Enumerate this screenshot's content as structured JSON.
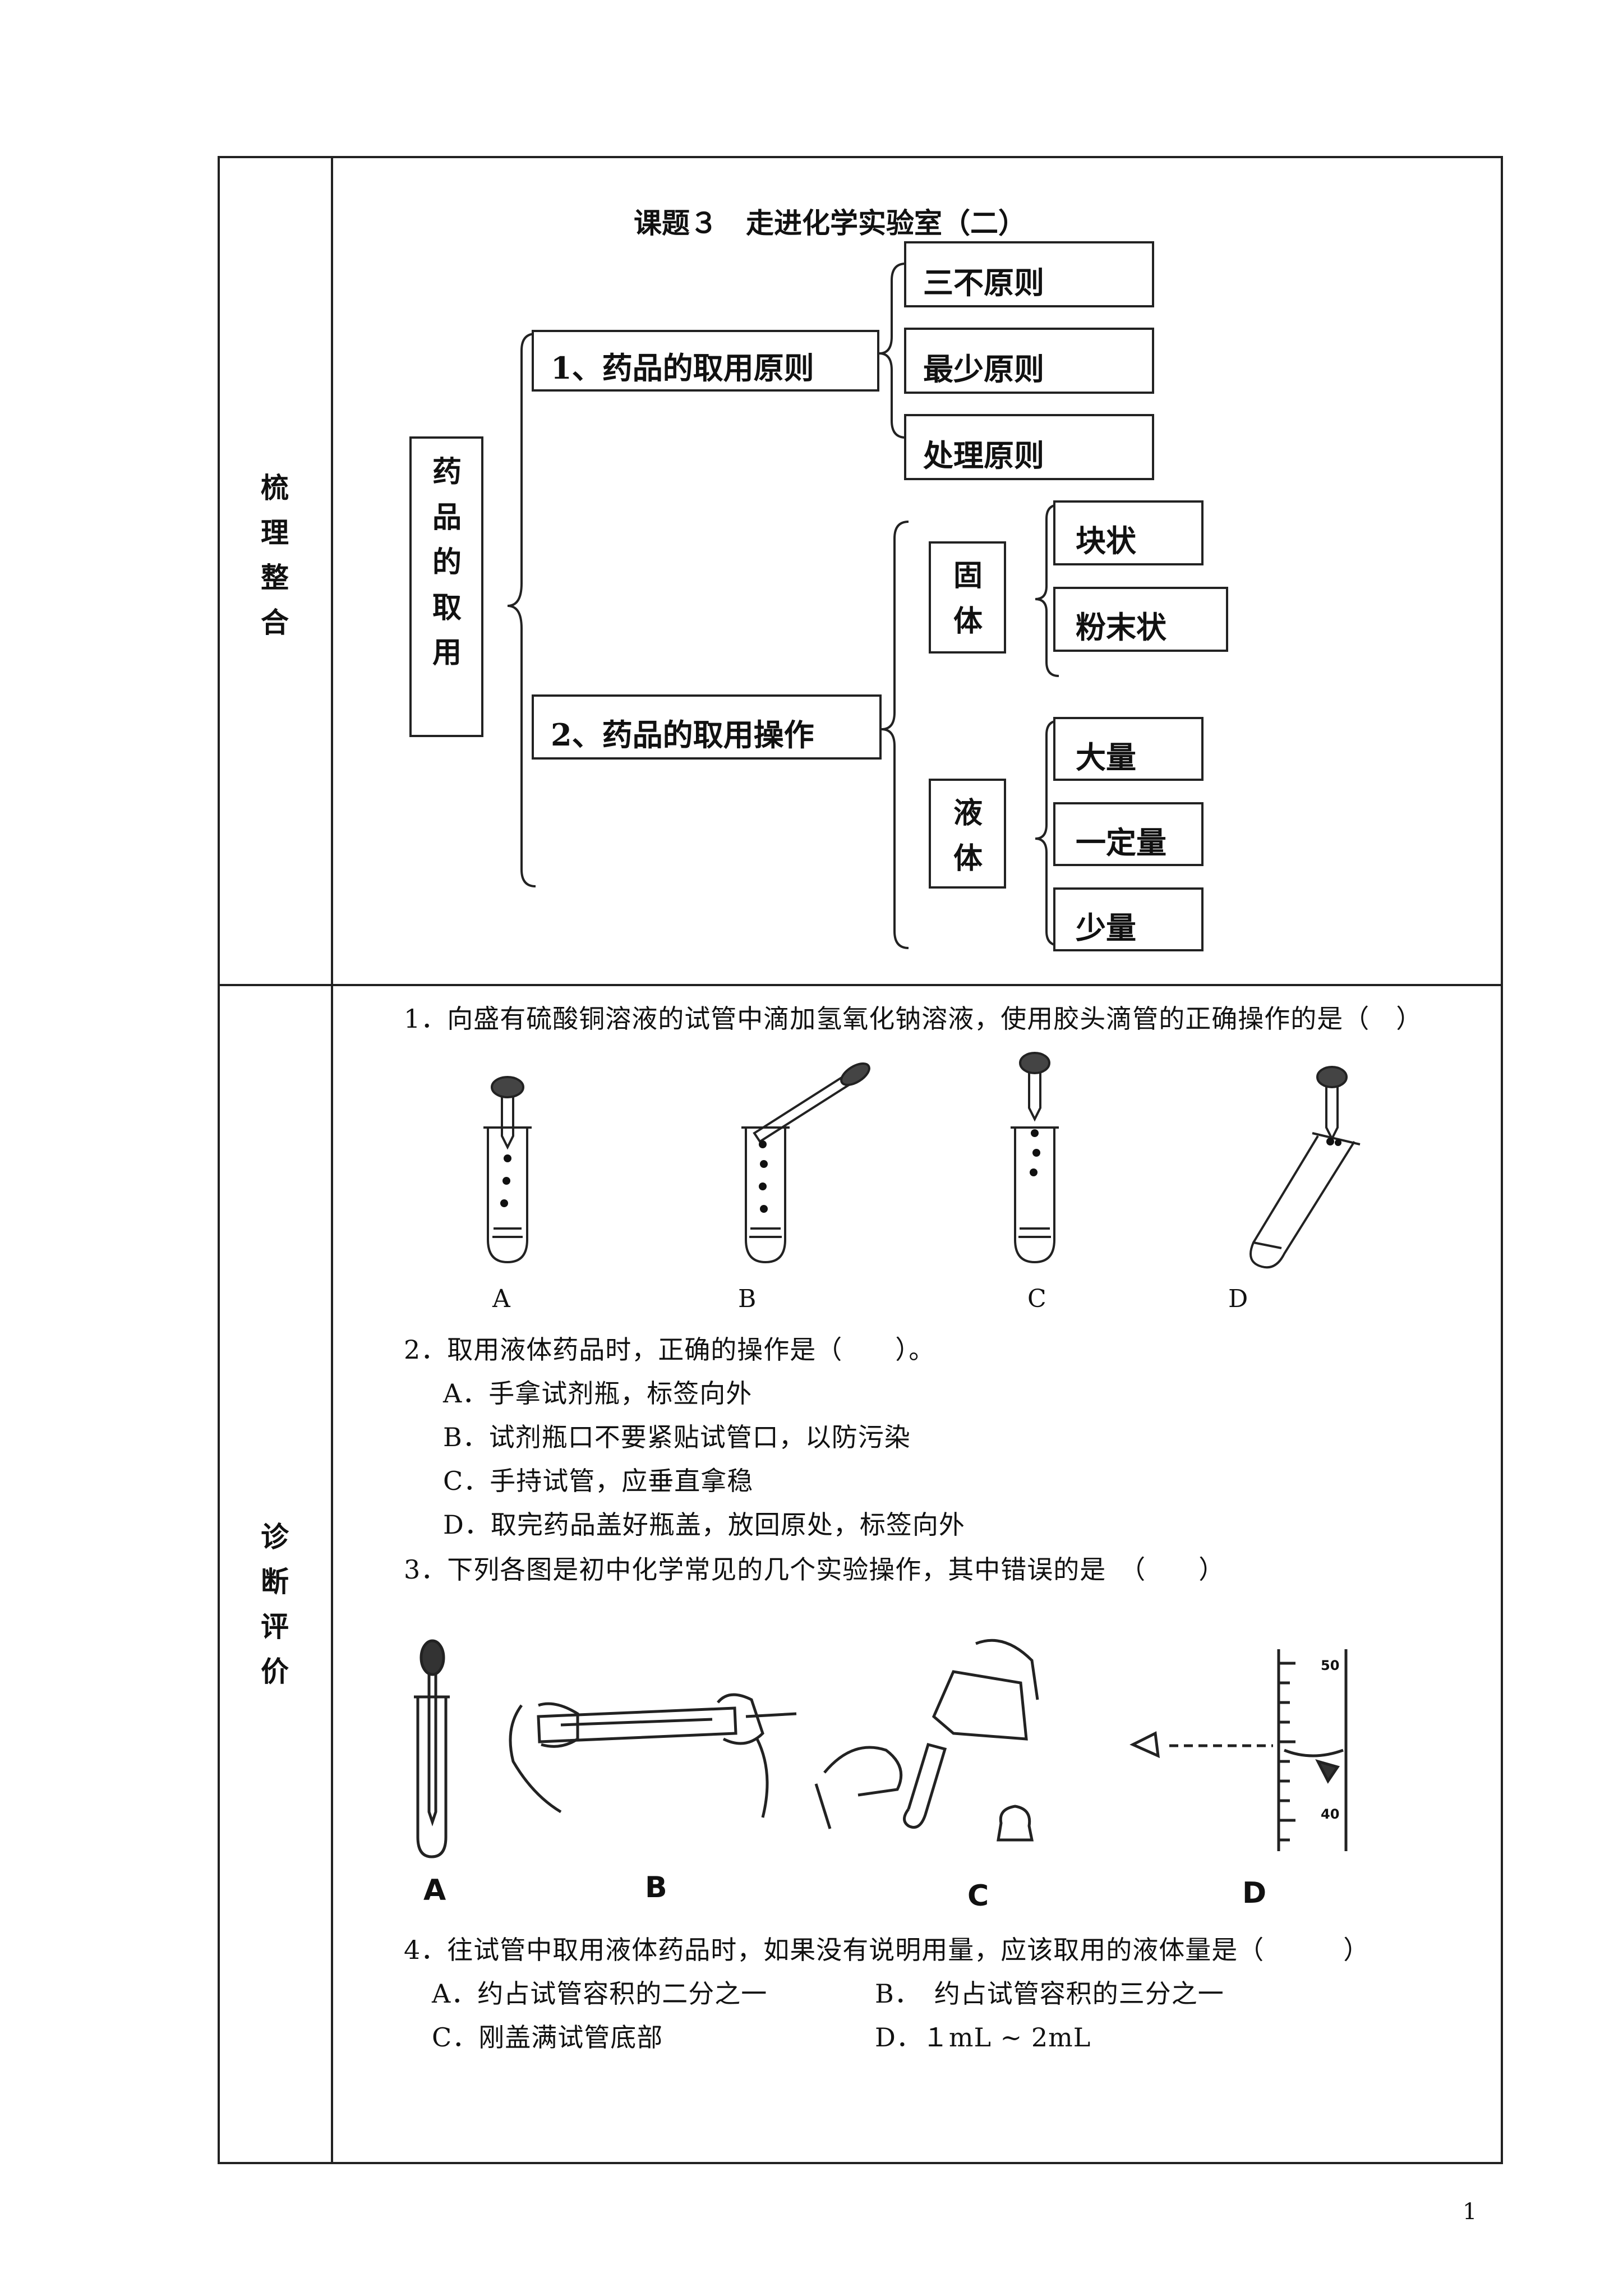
{
  "title": "课题３　走进化学实验室（二）",
  "sections": {
    "left_top": "梳理整合",
    "left_bottom": "诊断评价"
  },
  "mindmap": {
    "root": "药品的取用",
    "branch1": {
      "label": "1、药品的取用原则",
      "items": [
        "三不原则",
        "最少原则",
        "处理原则"
      ]
    },
    "branch2": {
      "label": "2、药品的取用操作",
      "solid": {
        "label": "固体",
        "items": [
          "块状",
          "粉末状"
        ]
      },
      "liquid": {
        "label": "液体",
        "items": [
          "大量",
          "一定量",
          "少量"
        ]
      }
    }
  },
  "questions": {
    "q1": {
      "text": "1．向盛有硫酸铜溶液的试管中滴加氢氧化钠溶液，使用胶头滴管的正确操作的是（　）",
      "labels": [
        "A",
        "B",
        "C",
        "D"
      ]
    },
    "q2": {
      "text": "2．取用液体药品时，正确的操作是（　　）。",
      "options": [
        "A．手拿试剂瓶，标签向外",
        "B．试剂瓶口不要紧贴试管口，以防污染",
        "C．手持试管，应垂直拿稳",
        "D．取完药品盖好瓶盖，放回原处，标签向外"
      ]
    },
    "q3": {
      "text": "3．下列各图是初中化学常见的几个实验操作，其中错误的是　（　　）",
      "labels": [
        "A",
        "B",
        "C",
        "D"
      ],
      "scale": [
        "50",
        "40"
      ]
    },
    "q4": {
      "text": "4．往试管中取用液体药品时，如果没有说明用量，应该取用的液体量是（　　　）",
      "options": [
        "A．约占试管容积的二分之一",
        "B．　约占试管容积的三分之一",
        "C．刚盖满试管底部",
        "D．１mL ~ 2mL"
      ]
    }
  },
  "page_number": "1"
}
